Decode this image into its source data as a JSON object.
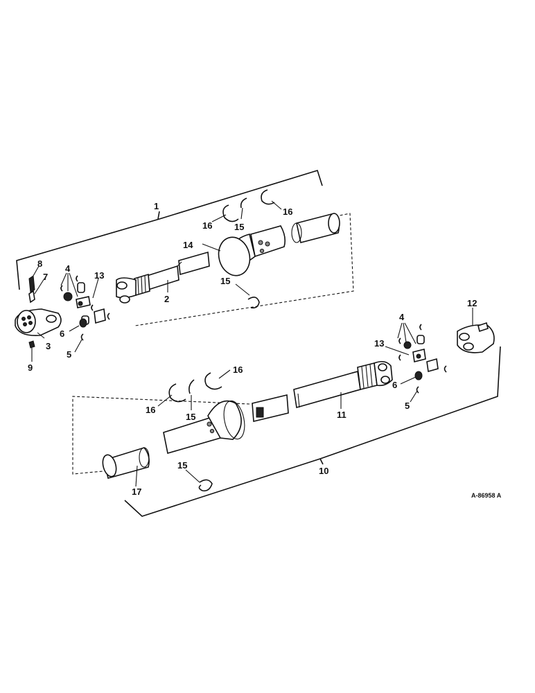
{
  "drawing_ref": "A-86958 A",
  "callouts": [
    {
      "id": "c1",
      "text": "1"
    },
    {
      "id": "c2",
      "text": "2"
    },
    {
      "id": "c3",
      "text": "3"
    },
    {
      "id": "c4a",
      "text": "4"
    },
    {
      "id": "c5a",
      "text": "5"
    },
    {
      "id": "c6a",
      "text": "6"
    },
    {
      "id": "c7",
      "text": "7"
    },
    {
      "id": "c8",
      "text": "8"
    },
    {
      "id": "c9",
      "text": "9"
    },
    {
      "id": "c13a",
      "text": "13"
    },
    {
      "id": "c14",
      "text": "14"
    },
    {
      "id": "c15a",
      "text": "15"
    },
    {
      "id": "c15b",
      "text": "15"
    },
    {
      "id": "c16a",
      "text": "16"
    },
    {
      "id": "c16b",
      "text": "16"
    },
    {
      "id": "c4b",
      "text": "4"
    },
    {
      "id": "c5b",
      "text": "5"
    },
    {
      "id": "c6b",
      "text": "6"
    },
    {
      "id": "c10",
      "text": "10"
    },
    {
      "id": "c11",
      "text": "11"
    },
    {
      "id": "c12",
      "text": "12"
    },
    {
      "id": "c13b",
      "text": "13"
    },
    {
      "id": "c15c",
      "text": "15"
    },
    {
      "id": "c15d",
      "text": "15"
    },
    {
      "id": "c16c",
      "text": "16"
    },
    {
      "id": "c16d",
      "text": "16"
    },
    {
      "id": "c17",
      "text": "17"
    }
  ]
}
